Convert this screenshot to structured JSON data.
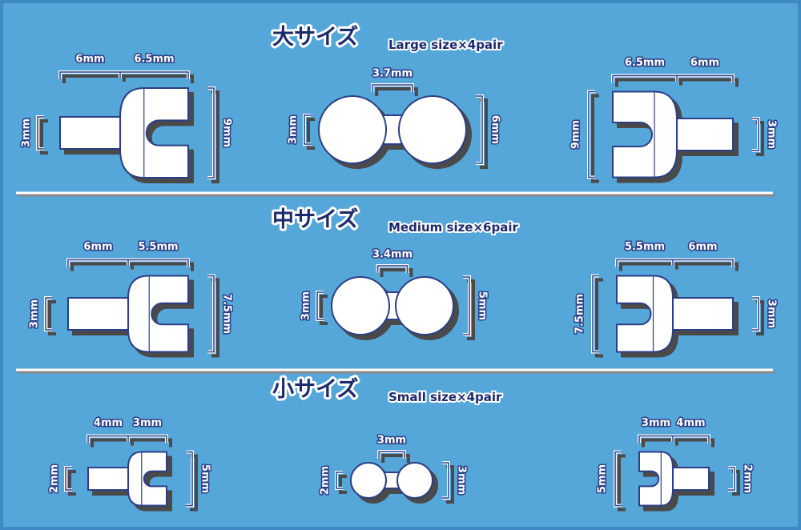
{
  "colors": {
    "background": "#55a6d9",
    "outline": "#2b3f86",
    "title": "#1b2a6b",
    "part_fill": "#ffffff",
    "shadow": "#4a4a4a"
  },
  "sections": [
    {
      "title_jp": "大サイズ",
      "title_en": "Large size×4pair",
      "fork_left": {
        "top": [
          "6mm",
          "6.5mm"
        ],
        "left": "3mm",
        "right": "9mm"
      },
      "dumbbell": {
        "top": "3.7mm",
        "left": "3mm",
        "right": "6mm"
      },
      "fork_right": {
        "top": [
          "6.5mm",
          "6mm"
        ],
        "left": "9mm",
        "right": "3mm"
      }
    },
    {
      "title_jp": "中サイズ",
      "title_en": "Medium size×6pair",
      "fork_left": {
        "top": [
          "6mm",
          "5.5mm"
        ],
        "left": "3mm",
        "right": "7.5mm"
      },
      "dumbbell": {
        "top": "3.4mm",
        "left": "3mm",
        "right": "5mm"
      },
      "fork_right": {
        "top": [
          "5.5mm",
          "6mm"
        ],
        "left": "7.5mm",
        "right": "3mm"
      }
    },
    {
      "title_jp": "小サイズ",
      "title_en": "Small size×4pair",
      "fork_left": {
        "top": [
          "4mm",
          "3mm"
        ],
        "left": "2mm",
        "right": "5mm"
      },
      "dumbbell": {
        "top": "3mm",
        "left": "2mm",
        "right": "3mm"
      },
      "fork_right": {
        "top": [
          "3mm",
          "4mm"
        ],
        "left": "5mm",
        "right": "2mm"
      }
    }
  ]
}
